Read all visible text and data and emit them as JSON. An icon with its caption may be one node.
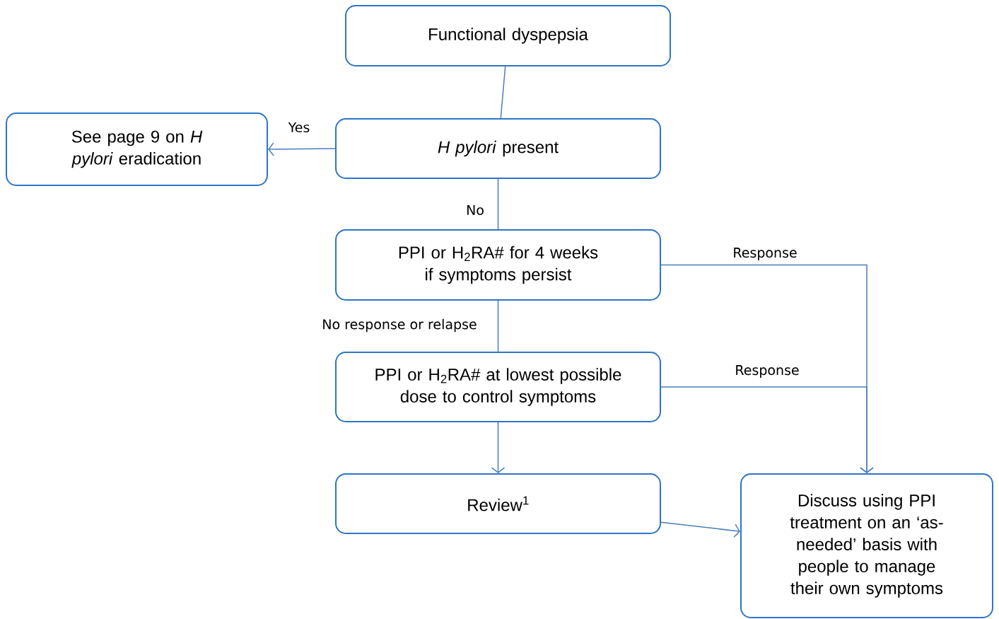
{
  "diagram": {
    "nodes": [
      {
        "text": [
          "Functional dyspepsia"
        ]
      },
      {
        "text": [
          "*H pylori* present"
        ]
      },
      {
        "text": [
          "See page 9 on *H pylori* eradication"
        ]
      },
      {
        "text": [
          "PPI or H$_{2}$RA# for 4 weeks if symptoms persist"
        ]
      },
      {
        "text": [
          "PPI or H$_{2}$RA# at lowest possible dose to control symptoms"
        ]
      },
      {
        "text": [
          "Review$^{1}$"
        ]
      },
      {
        "text": [
          "Discuss using PPI treatment on an ‘as-needed’ basis with people to manage their own symptoms"
        ]
      }
    ],
    "edges": [
      {
        "from": 0,
        "to": 1,
        "arrow": "none"
      },
      {
        "from": 1,
        "to": 2,
        "arrow": "to",
        "label": "Yes"
      },
      {
        "from": 1,
        "to": 3,
        "arrow": "none",
        "label": "No"
      },
      {
        "from": 3,
        "to": 4,
        "arrow": "none",
        "label": "No response or relapse"
      },
      {
        "from": 3,
        "to": 6,
        "arrow": "to",
        "label": "Response"
      },
      {
        "from": 4,
        "to": 6,
        "arrow": "to",
        "label": "Response"
      },
      {
        "from": 4,
        "to": 5,
        "arrow": "to"
      },
      {
        "from": 5,
        "to": 6,
        "arrow": "to"
      }
    ]
  }
}
